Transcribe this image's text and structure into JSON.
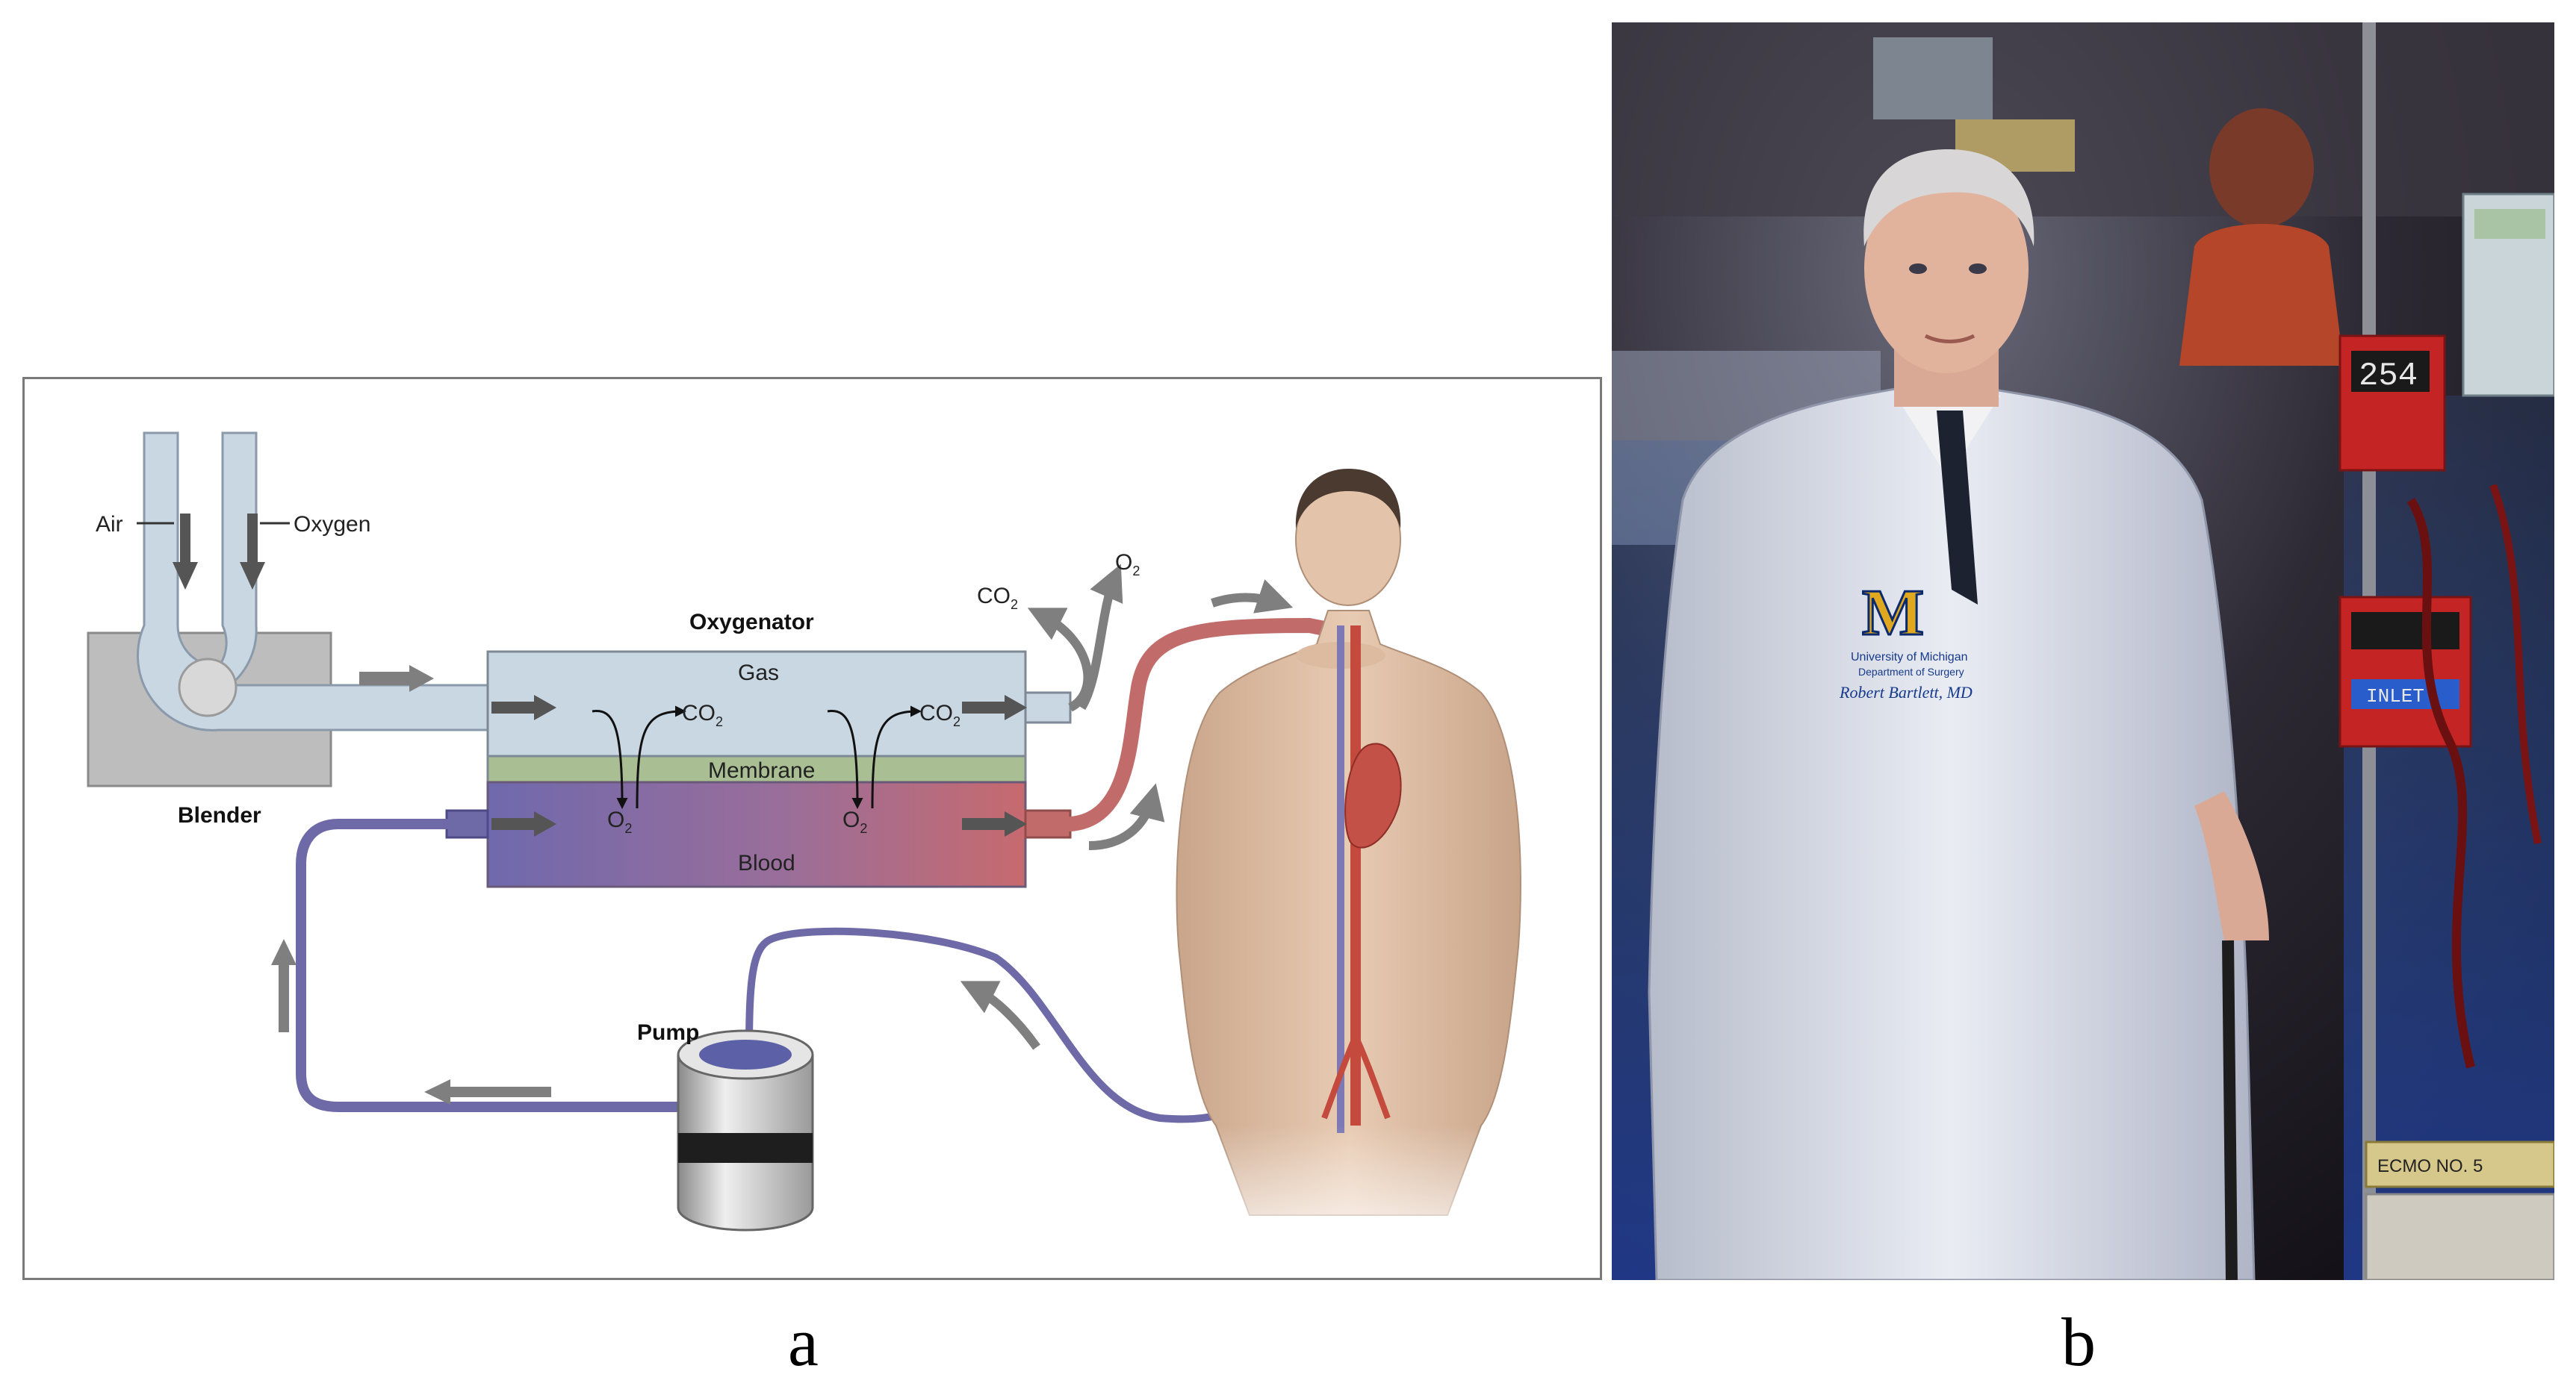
{
  "panel_a": {
    "labels": {
      "air": "Air",
      "oxygen": "Oxygen",
      "blender": "Blender",
      "oxygenator": "Oxygenator",
      "gas": "Gas",
      "membrane": "Membrane",
      "blood": "Blood",
      "pump": "Pump",
      "co2_base": "CO",
      "o2_base": "O",
      "sub_2": "2"
    }
  },
  "panel_b": {
    "coat_logo": "M",
    "coat_line1": "University of Michigan",
    "coat_line2": "Department of Surgery",
    "coat_name": "Robert Bartlett, MD",
    "pump_display": "254",
    "inlet_label": "INLET",
    "ecmo_label": "ECMO NO. 5"
  },
  "captions": {
    "a": "a",
    "b": "b"
  },
  "colors": {
    "gas_box": "#c9d7e3",
    "membrane": "#a9bf93",
    "blood_venous": "#6e6aa8",
    "blood_arterial": "#c26b6b",
    "arrow_gray": "#7f7f7f",
    "blender_gray": "#bdbdbd"
  }
}
